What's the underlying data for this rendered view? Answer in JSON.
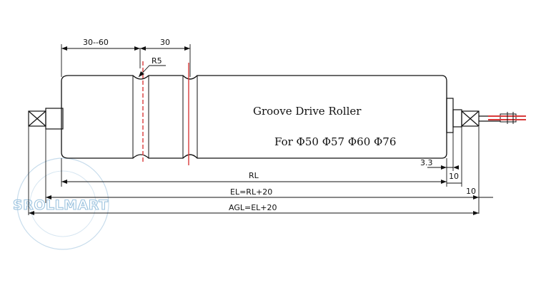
{
  "drawing": {
    "title": "Groove Drive Roller",
    "sizes": "For Φ50 Φ57 Φ60 Φ76",
    "dimensions": {
      "groove_offset": "30--60",
      "groove_pitch": "30",
      "radius": "R5",
      "motor_offset": "3.3",
      "shaft_length_1": "10",
      "shaft_length_2": "10",
      "rl": "RL",
      "el": "EL=RL+20",
      "agl": "AGL=EL+20"
    }
  },
  "watermark": {
    "text": "SROLLMART"
  },
  "colors": {
    "line": "#111111",
    "red_marker": "#d83a3a",
    "watermark": "#9cc3df"
  }
}
